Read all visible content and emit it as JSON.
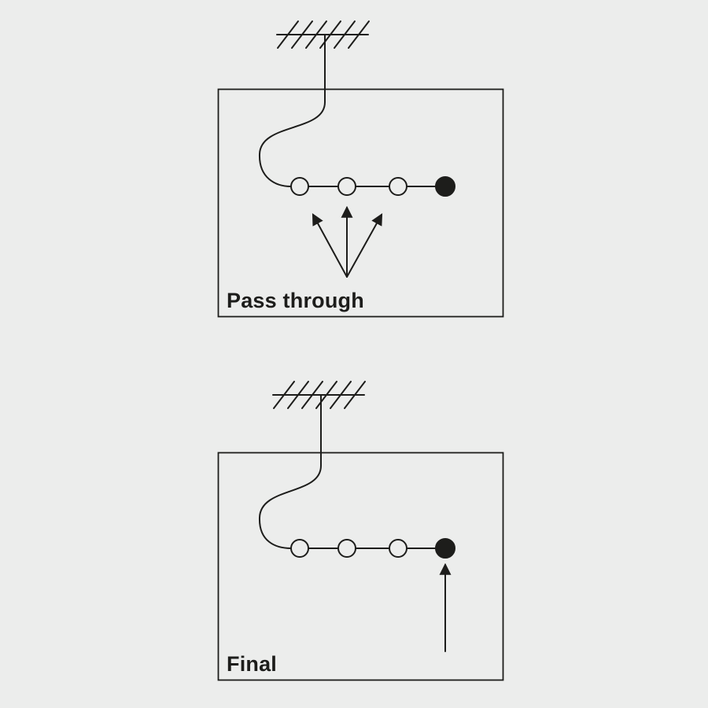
{
  "colors": {
    "background": "#ecedec",
    "line": "#1d1d1b"
  },
  "panels": [
    {
      "label": "Pass through",
      "open_sockets": 3,
      "filled_sockets": 1,
      "arrow_count": 3
    },
    {
      "label": "Final",
      "open_sockets": 3,
      "filled_sockets": 1,
      "arrow_count": 1
    }
  ]
}
